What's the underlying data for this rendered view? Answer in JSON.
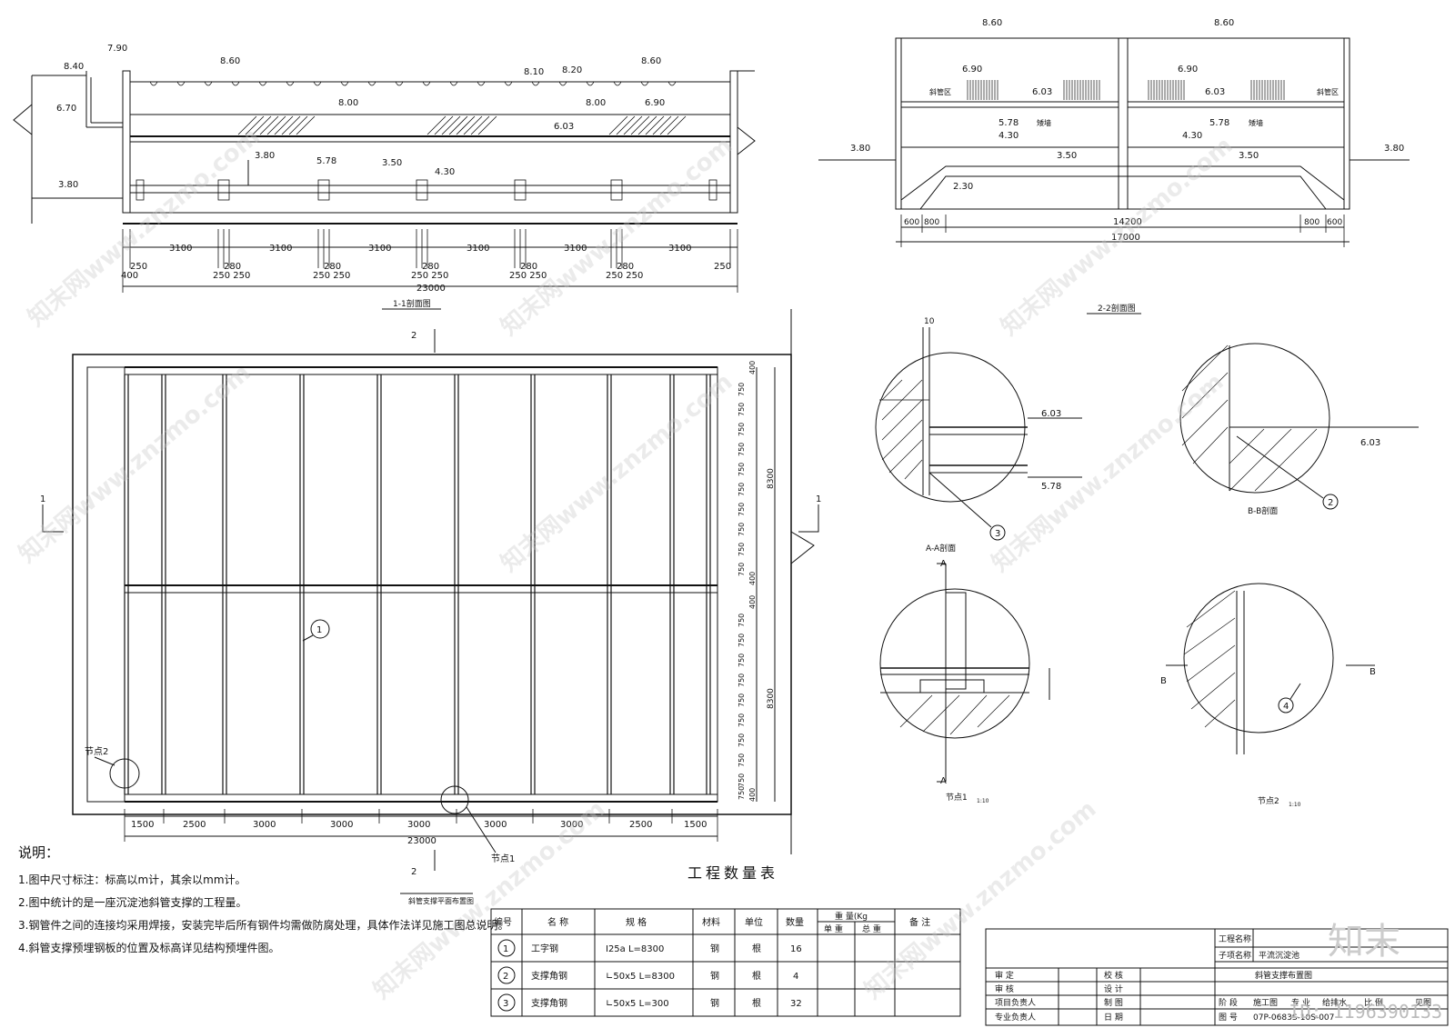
{
  "section_1_1": {
    "title": "1-1剖面图",
    "elevations": [
      "8.40",
      "7.90",
      "8.60",
      "8.10",
      "8.20",
      "8.60",
      "8.00",
      "8.00",
      "6.70",
      "6.90",
      "6.03",
      "5.78",
      "3.80",
      "3.50",
      "4.30",
      "3.80"
    ],
    "dims_span": [
      "3100",
      "3100",
      "3100",
      "3100",
      "3100",
      "3100"
    ],
    "dims_small": [
      "250",
      "400",
      "280",
      "250 250",
      "280",
      "250 250",
      "280",
      "250 250",
      "280",
      "250 250",
      "280",
      "250 250",
      "250"
    ],
    "total": "23000"
  },
  "section_2_2": {
    "title": "2-2剖面图",
    "elevations": [
      "8.60",
      "8.60",
      "6.90",
      "6.90",
      "6.03",
      "6.03",
      "5.78",
      "5.78",
      "4.30",
      "4.30",
      "3.50",
      "3.50",
      "3.80",
      "3.80",
      "2.30"
    ],
    "zone_labels": [
      "斜管区",
      "斜管区",
      "矮墙",
      "矮墙"
    ],
    "dims": [
      "600",
      "800",
      "14200",
      "800",
      "600"
    ],
    "total": "17000"
  },
  "plan": {
    "title": "斜管支撑平面布置图",
    "dims_bottom": [
      "1500",
      "2500",
      "3000",
      "3000",
      "3000",
      "3000",
      "3000",
      "2500",
      "1500"
    ],
    "total": "23000",
    "dims_right_top": [
      "400",
      "750",
      "750",
      "750",
      "750",
      "750",
      "750",
      "750",
      "750",
      "750",
      "750",
      "8300",
      "400"
    ],
    "dims_right_bottom": [
      "400",
      "750",
      "750",
      "750",
      "750",
      "750",
      "750",
      "750",
      "750",
      "750",
      "750",
      "8300",
      "400"
    ],
    "node2": "节点2",
    "node1": "节点1",
    "callout1": "1",
    "sec_marks": [
      "1",
      "1",
      "2",
      "2"
    ]
  },
  "details": {
    "aa_title": "A-A剖面",
    "bb_title": "B-B剖面",
    "node1_title": "节点1",
    "node1_scale": "1:10",
    "node2_title": "节点2",
    "node2_scale": "1:10",
    "elev_603_a": "6.03",
    "elev_578": "5.78",
    "elev_603_b": "6.03",
    "callout3": "3",
    "callout2": "2",
    "callout4": "4",
    "dim10": "10",
    "letters": [
      "A",
      "A",
      "B",
      "B"
    ]
  },
  "notes": {
    "heading": "说明：",
    "items": [
      "1.图中尺寸标注：标高以m计，其余以mm计。",
      "2.图中统计的是一座沉淀池斜管支撑的工程量。",
      "3.钢管件之间的连接均采用焊接，安装完毕后所有钢件均需做防腐处理，具体作法详见施工图总说明。",
      "4.斜管支撑预埋钢板的位置及标高详见结构预埋件图。"
    ]
  },
  "quantity_table": {
    "title": "工程数量表",
    "headers": [
      "编号",
      "名 称",
      "规 格",
      "材料",
      "单位",
      "数量",
      "重 量(Kg",
      "单 重",
      "总 重",
      "备 注"
    ],
    "rows": [
      [
        "1",
        "工字钢",
        "I25a L=8300",
        "钢",
        "根",
        "16"
      ],
      [
        "2",
        "支撑角钢",
        "∟50x5 L=8300",
        "钢",
        "根",
        "4"
      ],
      [
        "3",
        "支撑角钢",
        "∟50x5 L=300",
        "钢",
        "根",
        "32"
      ]
    ]
  },
  "title_block": {
    "project_name": "工程名称",
    "sub_name": "子项名称",
    "sub_value": "平流沉淀池",
    "drawing_name": "斜管支撑布置图",
    "rows_left": [
      "审 定",
      "审 核",
      "项目负责人",
      "专业负责人"
    ],
    "rows_mid": [
      "校 核",
      "设 计",
      "制 图",
      "日 期"
    ],
    "stage_row": [
      "阶 段",
      "施工图",
      "专 业",
      "给排水",
      "比 例",
      "见图"
    ],
    "number_label": "图 号",
    "number_value": "07P-0683S-10S-007"
  },
  "watermark": {
    "text": "知末网www.znzmo.com",
    "logo": "知末",
    "id": "ID: 1196390133"
  }
}
